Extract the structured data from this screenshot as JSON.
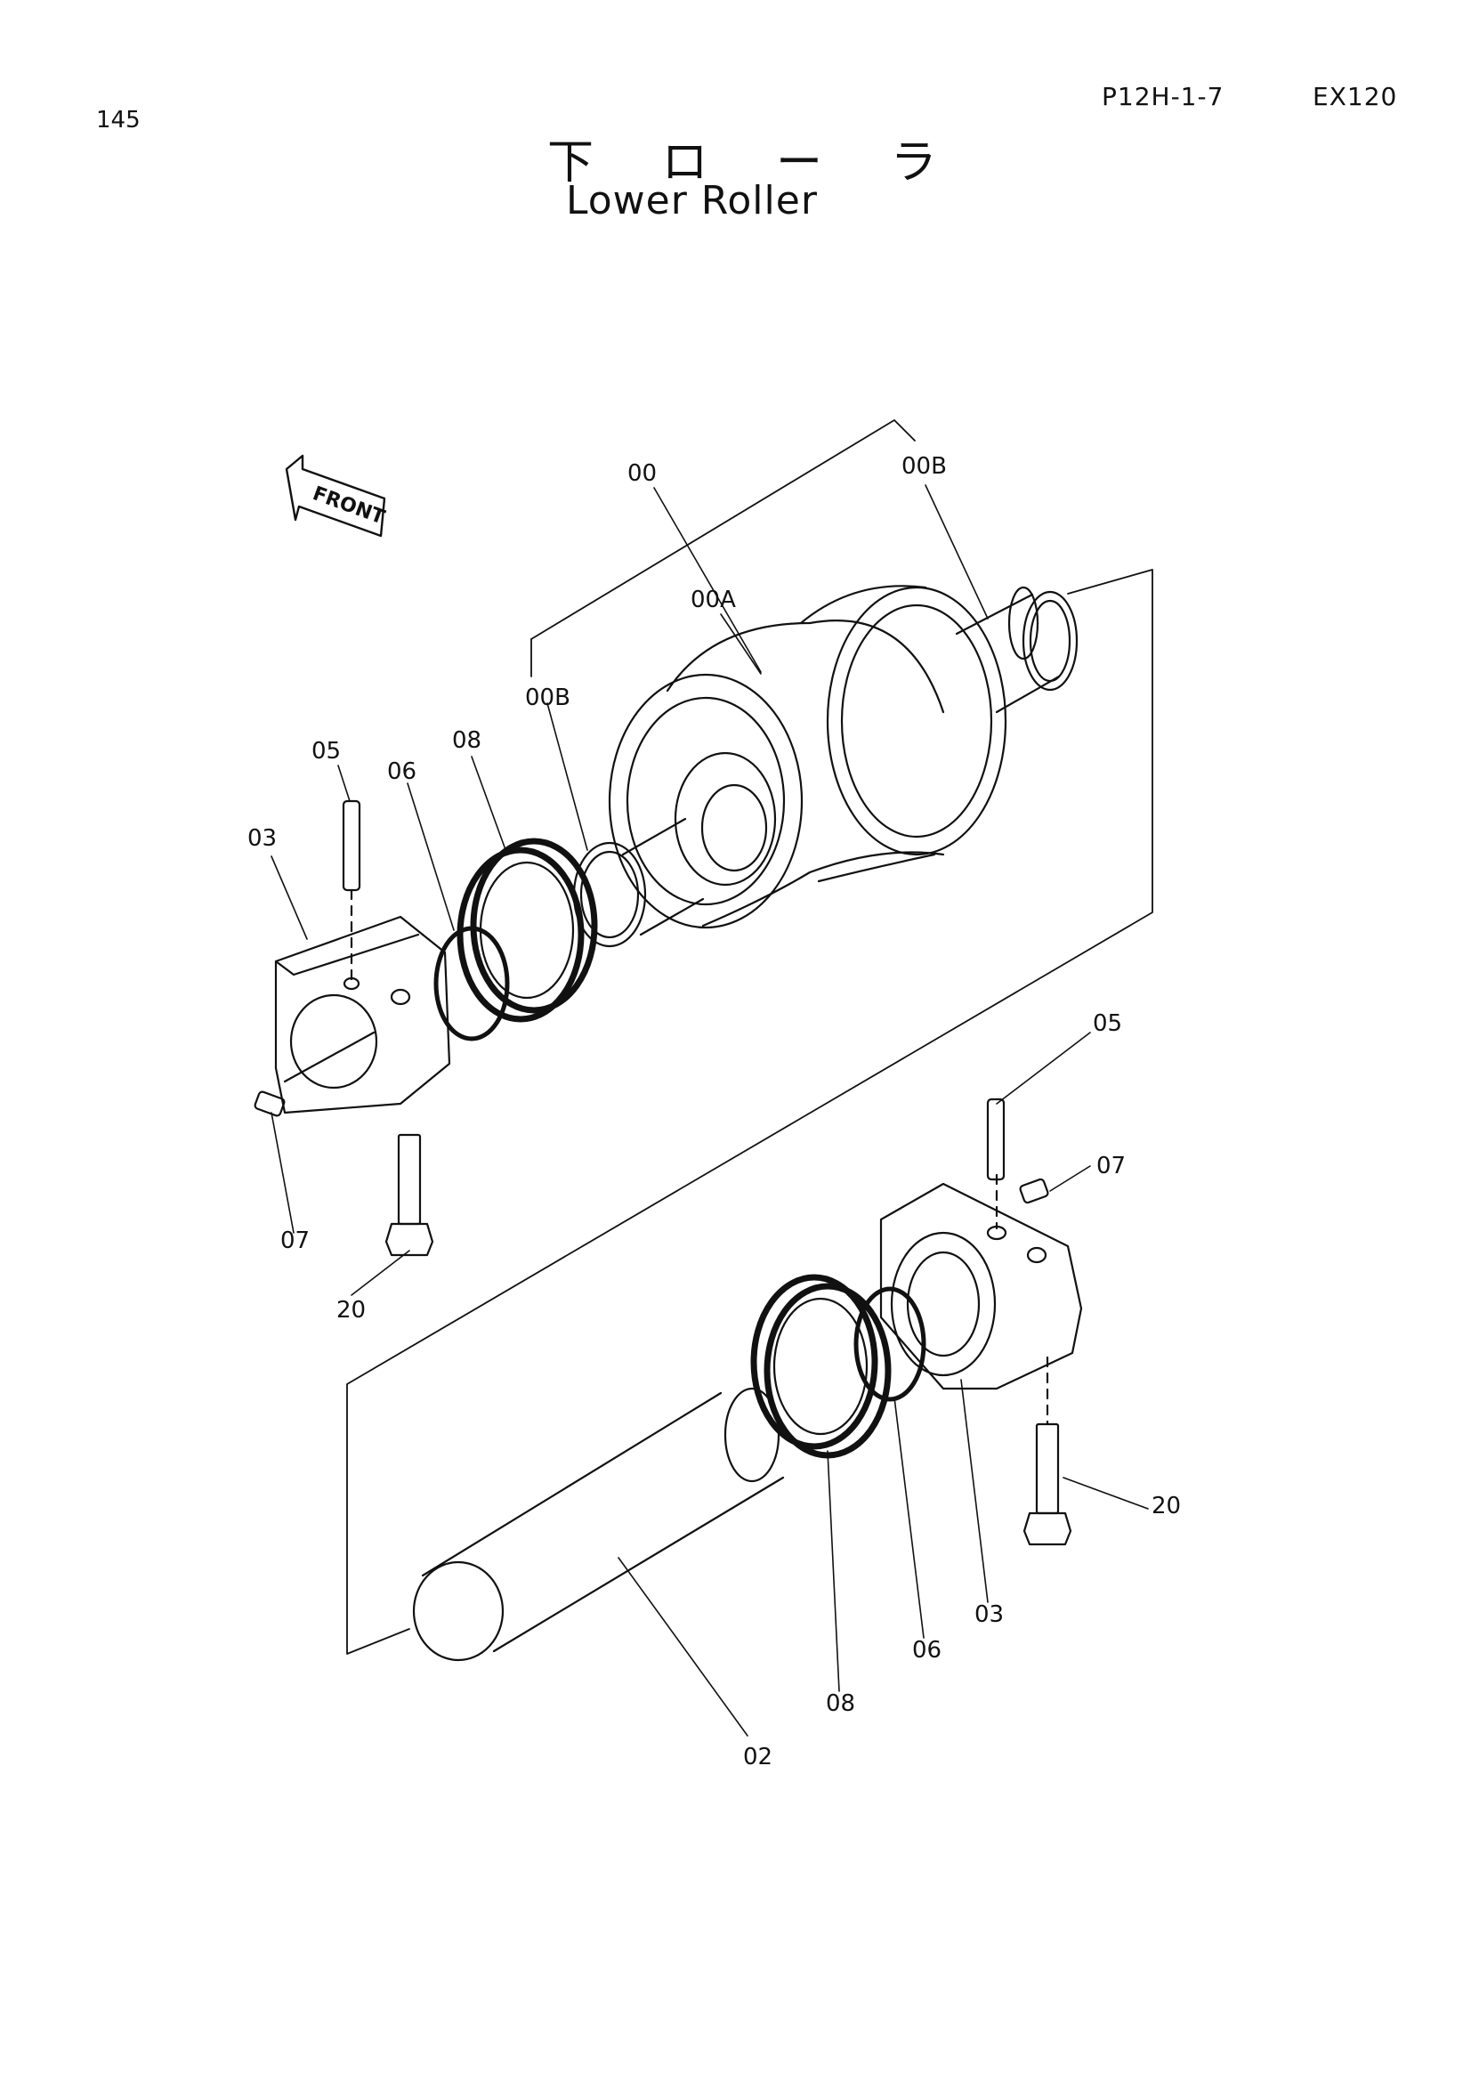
{
  "header": {
    "page_number": "145",
    "reference_code": "P12H-1-7",
    "model": "EX120",
    "title_jp": "下 ロ ー ラ",
    "title_en": "Lower Roller"
  },
  "orientation_marker": {
    "label": "FRONT"
  },
  "callouts": [
    {
      "id": "00",
      "text": "00"
    },
    {
      "id": "00B_top",
      "text": "00B"
    },
    {
      "id": "00A",
      "text": "00A"
    },
    {
      "id": "00B_left",
      "text": "00B"
    },
    {
      "id": "05_left",
      "text": "05"
    },
    {
      "id": "06_left",
      "text": "06"
    },
    {
      "id": "08_left",
      "text": "08"
    },
    {
      "id": "03_left",
      "text": "03"
    },
    {
      "id": "07_left",
      "text": "07"
    },
    {
      "id": "20_left",
      "text": "20"
    },
    {
      "id": "05_right",
      "text": "05"
    },
    {
      "id": "07_right",
      "text": "07"
    },
    {
      "id": "20_right",
      "text": "20"
    },
    {
      "id": "03_right",
      "text": "03"
    },
    {
      "id": "06_right",
      "text": "06"
    },
    {
      "id": "08_right",
      "text": "08"
    },
    {
      "id": "02",
      "text": "02"
    }
  ]
}
